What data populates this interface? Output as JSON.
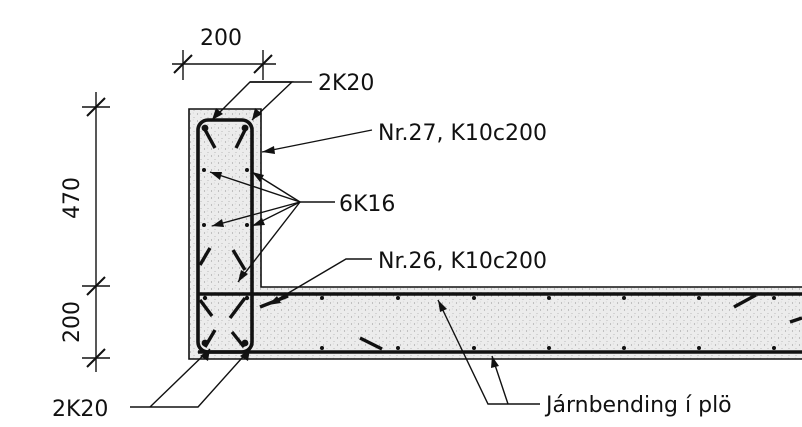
{
  "dimensions": {
    "top_width": "200",
    "wall_height": "470",
    "slab_thickness": "200"
  },
  "labels": {
    "top_bars": "2K20",
    "wall_stirrup": "Nr.27, K10c200",
    "side_bars": "6K16",
    "slab_stirrup": "Nr.26, K10c200",
    "bottom_bars": "2K20",
    "slab_reinforcement": "Járnbending í plö"
  },
  "colors": {
    "line": "#111111",
    "concrete_fill": "#e8e8e8",
    "background": "#ffffff"
  }
}
